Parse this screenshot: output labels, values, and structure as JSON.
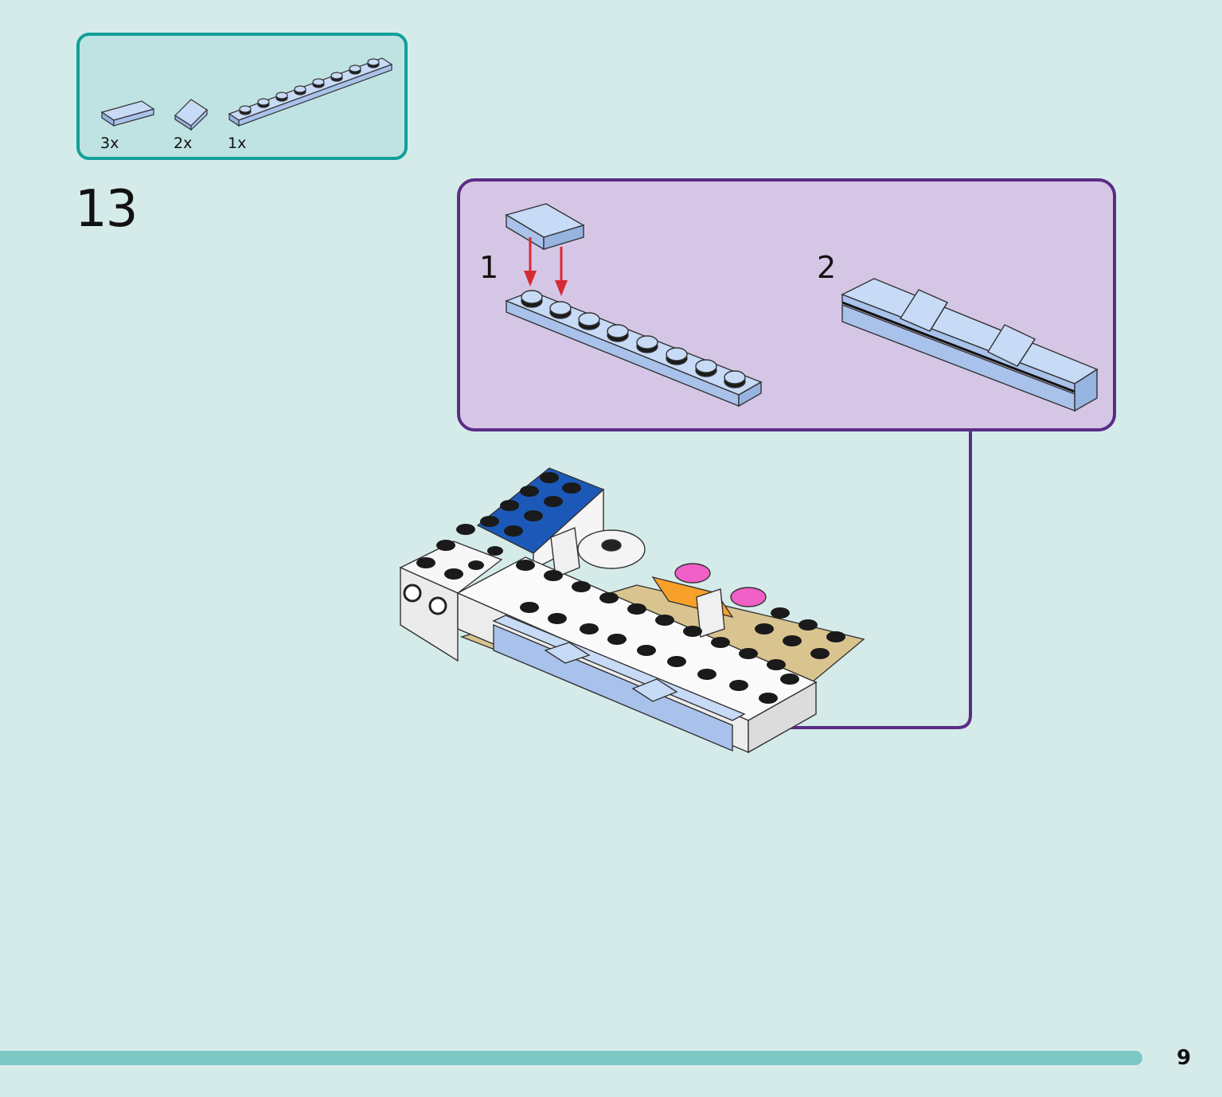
{
  "parts_list": {
    "items": [
      {
        "quantity": "3x",
        "part": "1x2 tile light blue"
      },
      {
        "quantity": "2x",
        "part": "slope light blue"
      },
      {
        "quantity": "1x",
        "part": "1x8 plate light blue"
      }
    ]
  },
  "step": {
    "number": "13"
  },
  "sub_assembly": {
    "step_labels": [
      "1",
      "2"
    ]
  },
  "colors": {
    "background": "#d5ebea",
    "parts_border": "#12a09a",
    "parts_fill": "#bfe3e2",
    "subassembly_border": "#5b2c86",
    "subassembly_fill": "#d6c6e5",
    "light_blue_brick": "#b7cff2",
    "arrow_red": "#d62a34",
    "footer_bar": "#7cc8c4"
  },
  "footer": {
    "page_number": "9"
  }
}
